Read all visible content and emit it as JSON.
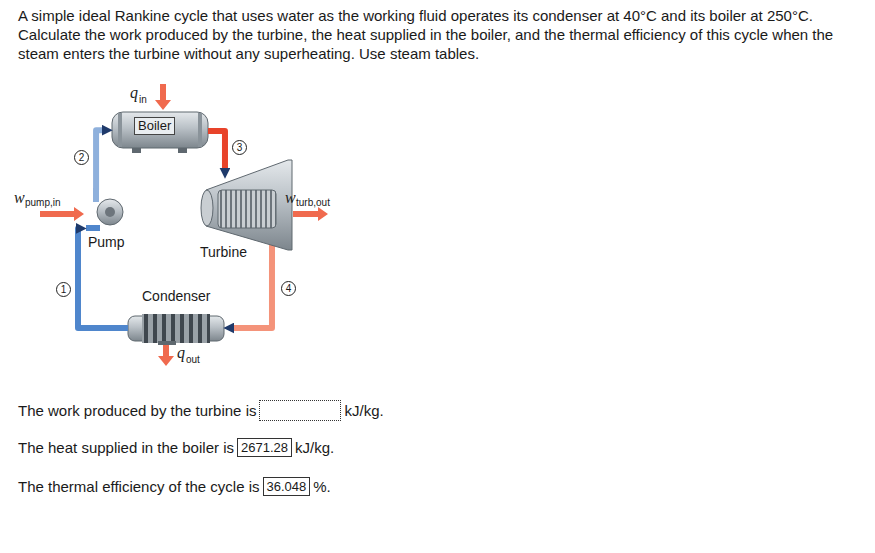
{
  "diagram": {
    "nodes": [
      {
        "text": [
          "Boiler"
        ]
      },
      {
        "text": [
          "Pump"
        ]
      },
      {
        "text": [
          "Turbine"
        ]
      },
      {
        "text": [
          "Condenser"
        ]
      },
      {
        "text": [
          "2671.28"
        ]
      },
      {
        "text": [
          "36.048"
        ]
      }
    ],
    "edges": [
      {
        "from": 0,
        "to": 2,
        "arrow": "to",
        "label": "3"
      },
      {
        "from": 2,
        "to": 3,
        "arrow": "to",
        "label": "4"
      },
      {
        "from": 3,
        "to": 1,
        "arrow": "to",
        "label": "1"
      },
      {
        "from": 1,
        "to": 0,
        "arrow": "to",
        "label": "2"
      }
    ],
    "labels": [
      "A simple ideal Rankine cycle that uses water as the working fluid operates its condenser at 40°C and its boiler at 250°C. Calculate the work produced by the turbine, the heat supplied in the boiler, and the thermal efficiency of this cycle when the steam enters the turbine without any superheating. Use steam tables.",
      "q",
      "in",
      "w",
      "pump,in",
      "w",
      "turb,out",
      "q",
      "out",
      "The work produced by the turbine is",
      "kJ/kg.",
      "The heat supplied in the boiler is",
      "kJ/kg.",
      "The thermal efficiency of the cycle is",
      "%."
    ]
  }
}
